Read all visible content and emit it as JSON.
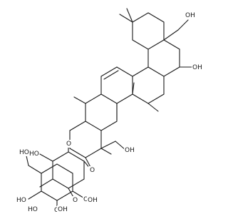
{
  "molecule": {
    "labels": {
      "oh_top_right": "OH",
      "oh_right": "OH",
      "oh_mid": "OH",
      "o_ether": "O",
      "o_ring1": "O",
      "o_glycosidic": "O",
      "oh_ring1_left": "HO",
      "oh_ring1_right": "OH",
      "o_ring2": "O",
      "ho_chain": "HO",
      "ho_ring2_a": "HO",
      "ho_ring2_b": "HO",
      "oh_ring2_c": "OH",
      "oh_ring2_d": "OH"
    }
  }
}
